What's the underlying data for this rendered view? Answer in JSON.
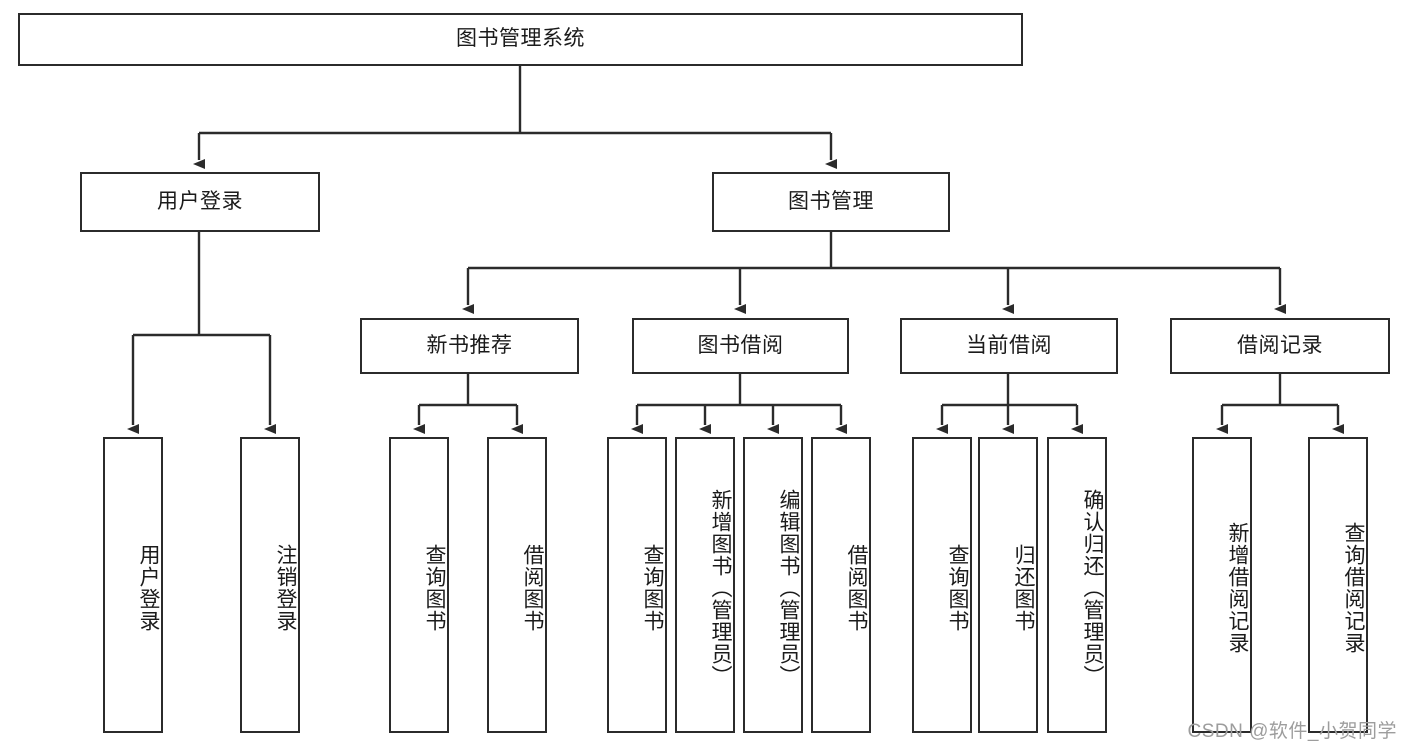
{
  "diagram": {
    "title": "图书管理系统",
    "type": "tree-hierarchy",
    "root": {
      "label": "图书管理系统"
    },
    "level2": [
      {
        "label": "用户登录"
      },
      {
        "label": "图书管理"
      }
    ],
    "level3": [
      {
        "label": "新书推荐"
      },
      {
        "label": "图书借阅"
      },
      {
        "label": "当前借阅"
      },
      {
        "label": "借阅记录"
      }
    ],
    "leaves": {
      "user_login": [
        {
          "label": "用户登录"
        },
        {
          "label": "注销登录"
        }
      ],
      "new_book_recommend": [
        {
          "label": "查询图书"
        },
        {
          "label": "借阅图书"
        }
      ],
      "book_borrow": [
        {
          "label": "查询图书"
        },
        {
          "label": "新增图书（管理员）"
        },
        {
          "label": "编辑图书（管理员）"
        },
        {
          "label": "借阅图书"
        }
      ],
      "current_borrow": [
        {
          "label": "查询图书"
        },
        {
          "label": "归还图书"
        },
        {
          "label": "确认归还（管理员）"
        }
      ],
      "borrow_record": [
        {
          "label": "新增借阅记录"
        },
        {
          "label": "查询借阅记录"
        }
      ]
    }
  },
  "watermark": {
    "text": "CSDN @软件_小贺同学"
  },
  "colors": {
    "stroke": "#2b2b2b",
    "background": "#ffffff",
    "text": "#1b1b1b",
    "watermark": "#9d9d9d"
  }
}
